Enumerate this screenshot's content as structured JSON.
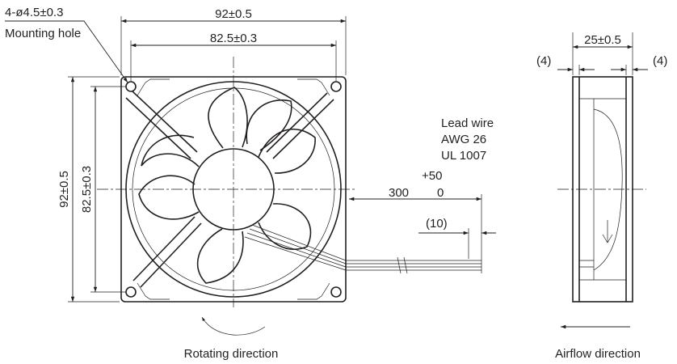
{
  "front_view": {
    "hole_callout": "4-ø4.5±0.3",
    "hole_note": "Mounting hole",
    "width_overall": "92±0.5",
    "width_pitch": "82.5±0.3",
    "height_overall": "92±0.5",
    "height_pitch": "82.5±0.3",
    "rotation_label": "Rotating direction"
  },
  "lead_wire": {
    "title": "Lead wire",
    "gauge": "AWG 26",
    "standard": "UL 1007",
    "length": "300",
    "tol_plus": "+50",
    "tol_minus": "0",
    "strip": "(10)"
  },
  "side_view": {
    "depth": "25±0.5",
    "left_offset": "(4)",
    "right_offset": "(4)",
    "airflow_label": "Airflow direction"
  }
}
